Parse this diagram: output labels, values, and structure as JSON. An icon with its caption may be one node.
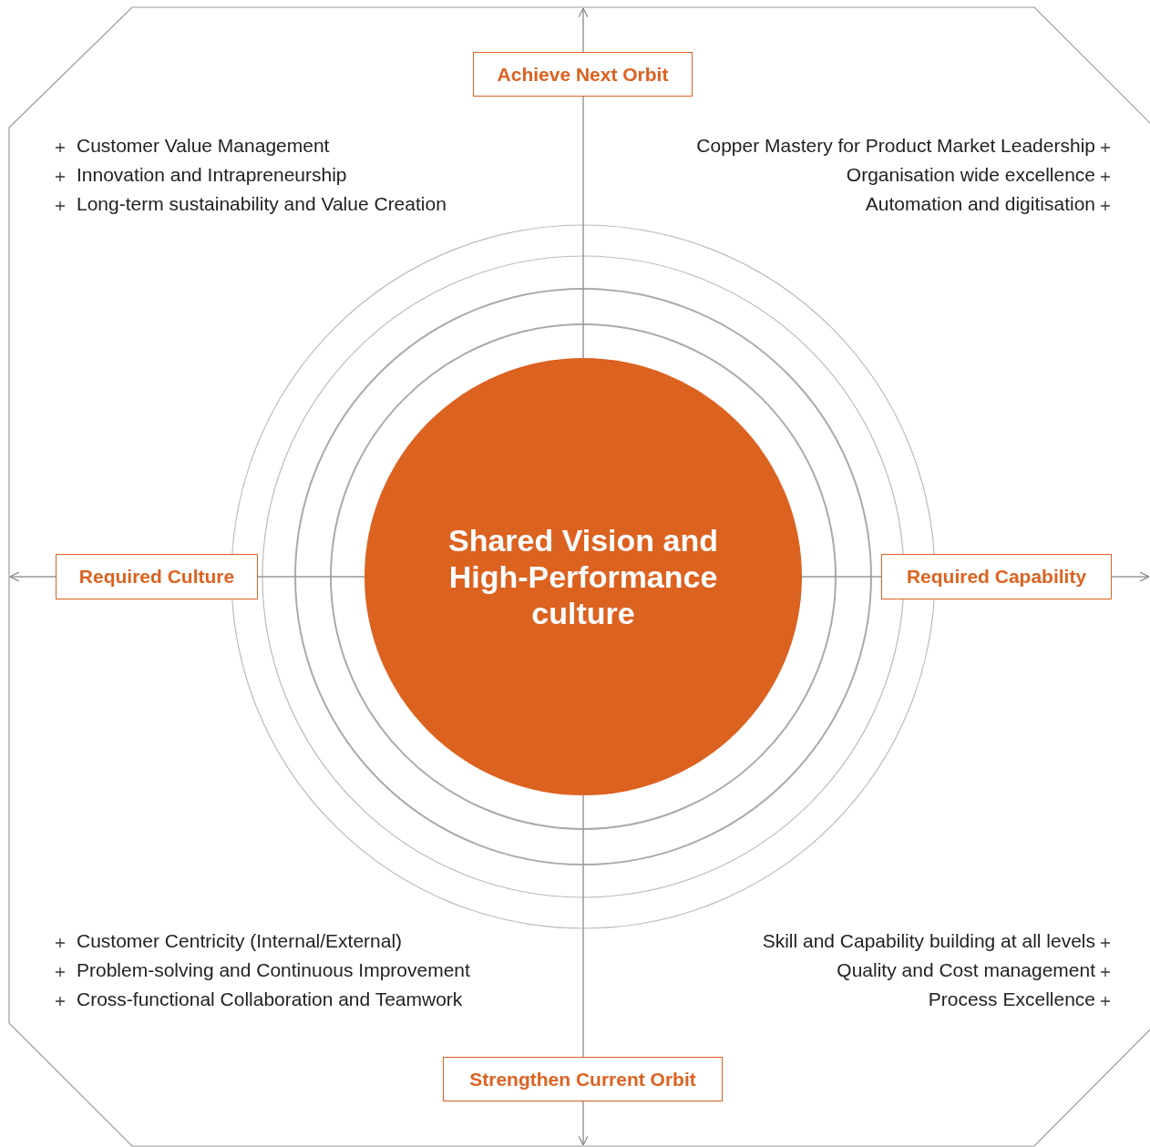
{
  "diagram": {
    "nodes": [
      {
        "text": [
          "Shared Vision and High-Performance culture"
        ]
      },
      {
        "text": [
          "Achieve Next Orbit"
        ]
      },
      {
        "text": [
          "Required Culture"
        ]
      },
      {
        "text": [
          "Required Capability"
        ]
      },
      {
        "text": [
          "Strengthen Current Orbit"
        ]
      }
    ],
    "labels": [
      "Customer Value Management",
      "Innovation and Intrapreneurship",
      "Long-term sustainability and Value Creation",
      "Copper Mastery for Product Market Leadership",
      "Organisation wide excellence",
      "Automation and digitisation",
      "Customer Centricity (Internal/External)",
      "Problem-solving and Continuous Improvement",
      "Cross-functional Collaboration and Teamwork",
      "Skill and Capability building at all levels",
      "Quality and Cost management",
      "Process Excellence"
    ]
  }
}
